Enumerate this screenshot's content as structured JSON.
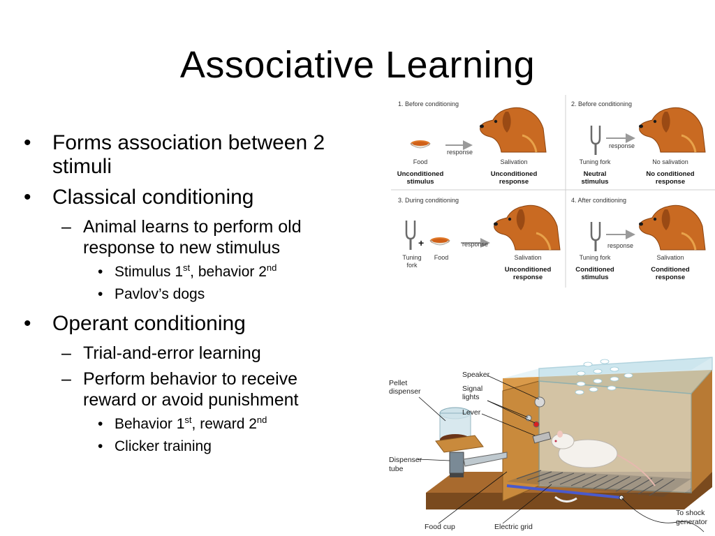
{
  "slide": {
    "title": "Associative Learning",
    "bullets": {
      "b1": "Forms association between 2 stimuli",
      "b2": "Classical conditioning",
      "b2_1": "Animal learns to perform old response to new stimulus",
      "b2_1_1": {
        "pre": "Stimulus 1",
        "sup1": "st",
        "mid": ", behavior 2",
        "sup2": "nd"
      },
      "b2_1_2": "Pavlov’s dogs",
      "b3": "Operant conditioning",
      "b3_1": "Trial-and-error learning",
      "b3_2": "Perform behavior to receive reward or avoid punishment",
      "b3_2_1": {
        "pre": "Behavior 1",
        "sup1": "st",
        "mid": ", reward 2",
        "sup2": "nd"
      },
      "b3_2_2": "Clicker training"
    }
  },
  "pavlov": {
    "panels": [
      {
        "header": "1. Before conditioning",
        "left": "Food",
        "arrow": "response",
        "right": "Salivation",
        "left_term_1": "Unconditioned",
        "left_term_2": "stimulus",
        "right_term_1": "Unconditioned",
        "right_term_2": "response"
      },
      {
        "header": "2. Before conditioning",
        "left": "Tuning fork",
        "arrow": "response",
        "right": "No salivation",
        "left_term_1": "Neutral",
        "left_term_2": "stimulus",
        "right_term_1": "No conditioned",
        "right_term_2": "response"
      },
      {
        "header": "3. During conditioning",
        "left_1": "Tuning",
        "left_2": "fork",
        "left_b": "Food",
        "arrow": "response",
        "right": "Salivation",
        "right_term_1": "Unconditioned",
        "right_term_2": "response"
      },
      {
        "header": "4. After conditioning",
        "left": "Tuning fork",
        "arrow": "response",
        "right": "Salivation",
        "left_term_1": "Conditioned",
        "left_term_2": "stimulus",
        "right_term_1": "Conditioned",
        "right_term_2": "response"
      }
    ]
  },
  "skinner": {
    "speaker": "Speaker",
    "signal_1": "Signal",
    "signal_2": "lights",
    "lever": "Lever",
    "pellet_1": "Pellet",
    "pellet_2": "dispenser",
    "tube_1": "Dispenser",
    "tube_2": "tube",
    "food_cup": "Food cup",
    "grid": "Electric grid",
    "shock_1": "To shock",
    "shock_2": "generator"
  },
  "colors": {
    "dog": "#c96a22",
    "dog_dark": "#9a4a14",
    "box_wood": "#c98a3c",
    "box_glass": "#cfe6ee",
    "text": "#000000"
  }
}
